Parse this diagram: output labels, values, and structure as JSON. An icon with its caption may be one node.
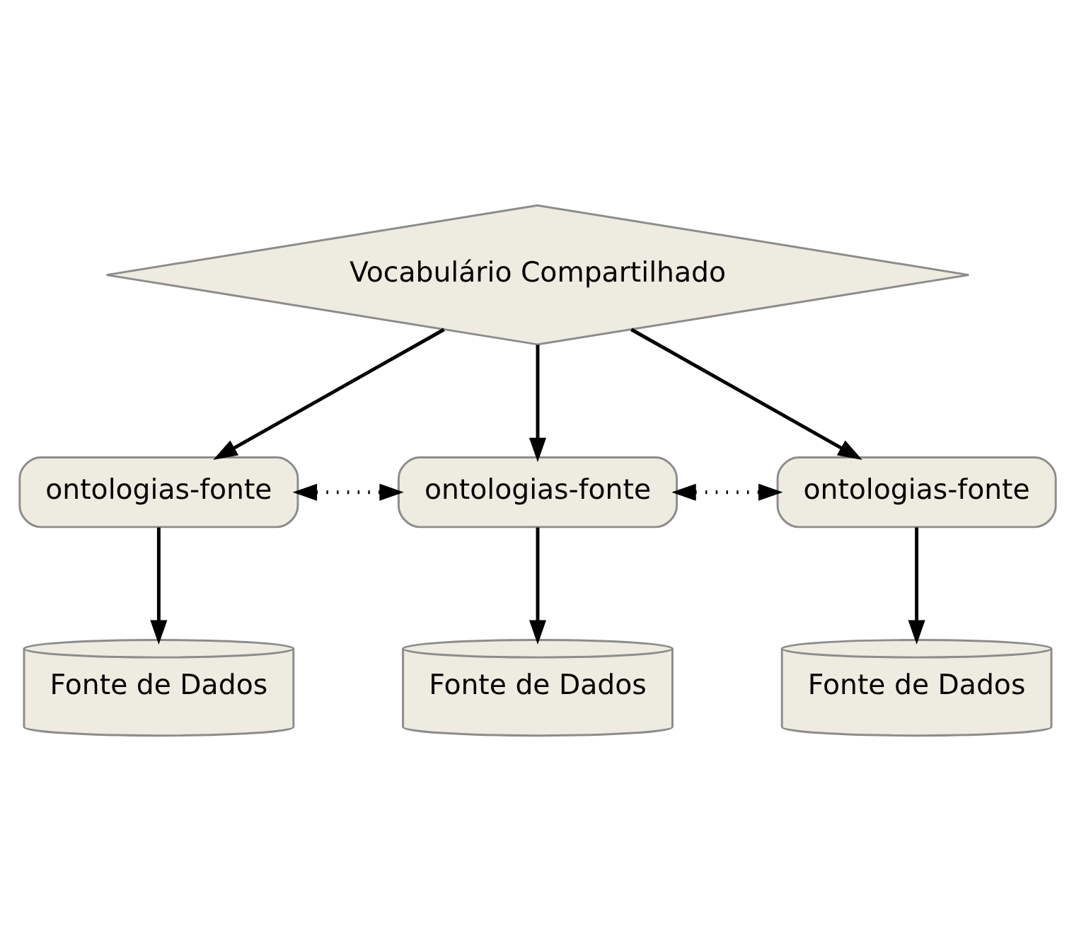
{
  "diagram": {
    "nodes": [
      {
        "text": [
          "Vocabulário Compartilhado"
        ]
      },
      {
        "text": [
          "ontologias-fonte"
        ]
      },
      {
        "text": [
          "ontologias-fonte"
        ]
      },
      {
        "text": [
          "ontologias-fonte"
        ]
      },
      {
        "text": [
          "Fonte de Dados"
        ]
      },
      {
        "text": [
          "Fonte de Dados"
        ]
      },
      {
        "text": [
          "Fonte de Dados"
        ]
      }
    ],
    "edges": [
      {
        "from": 0,
        "to": 1,
        "arrow": "to"
      },
      {
        "from": 0,
        "to": 2,
        "arrow": "to"
      },
      {
        "from": 0,
        "to": 3,
        "arrow": "to"
      },
      {
        "from": 1,
        "to": 2,
        "arrow": "both",
        "style": "dashed"
      },
      {
        "from": 2,
        "to": 3,
        "arrow": "both",
        "style": "dashed"
      },
      {
        "from": 1,
        "to": 4,
        "arrow": "to"
      },
      {
        "from": 2,
        "to": 5,
        "arrow": "to"
      },
      {
        "from": 3,
        "to": 6,
        "arrow": "to"
      }
    ]
  }
}
